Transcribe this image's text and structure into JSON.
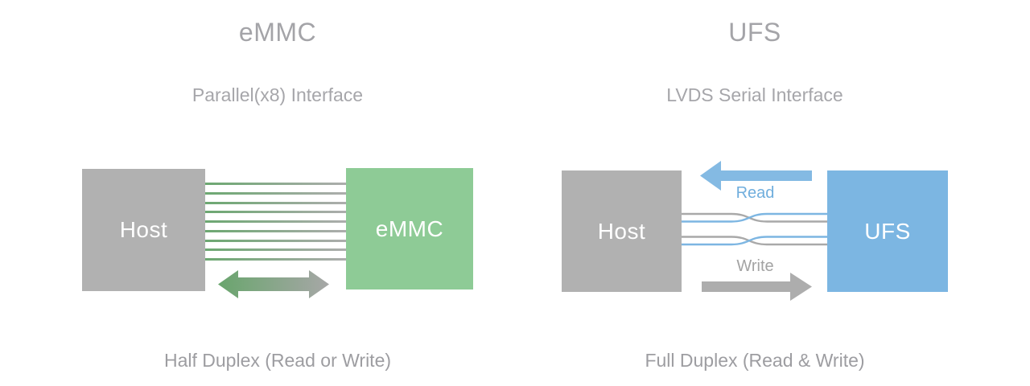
{
  "emmc": {
    "title": "eMMC",
    "subtitle": "Parallel(x8) Interface",
    "caption": "Half Duplex (Read or Write)",
    "host_label": "Host",
    "device_label": "eMMC",
    "host_color": "#b1b1b1",
    "device_color": "#8ecb96",
    "bus": {
      "count": 9,
      "color_left": "#6ca871",
      "color_right": "#adadad"
    },
    "arrow": {
      "direction": "bidirectional",
      "color_left": "#69a56d",
      "color_right": "#a7a7a7"
    }
  },
  "ufs": {
    "title": "UFS",
    "subtitle": "LVDS Serial Interface",
    "caption": "Full Duplex (Read & Write)",
    "host_label": "Host",
    "device_label": "UFS",
    "host_color": "#b1b1b1",
    "device_color": "#7cb6e2",
    "read": {
      "label": "Read",
      "direction": "left",
      "arrow_color": "#84bae3",
      "label_color": "#70aedd"
    },
    "write": {
      "label": "Write",
      "direction": "right",
      "arrow_color": "#adadad",
      "label_color": "#a3a3a3"
    },
    "pairs": {
      "count": 2,
      "color_gray": "#a9a9a9",
      "color_blue": "#7db6e2"
    }
  }
}
